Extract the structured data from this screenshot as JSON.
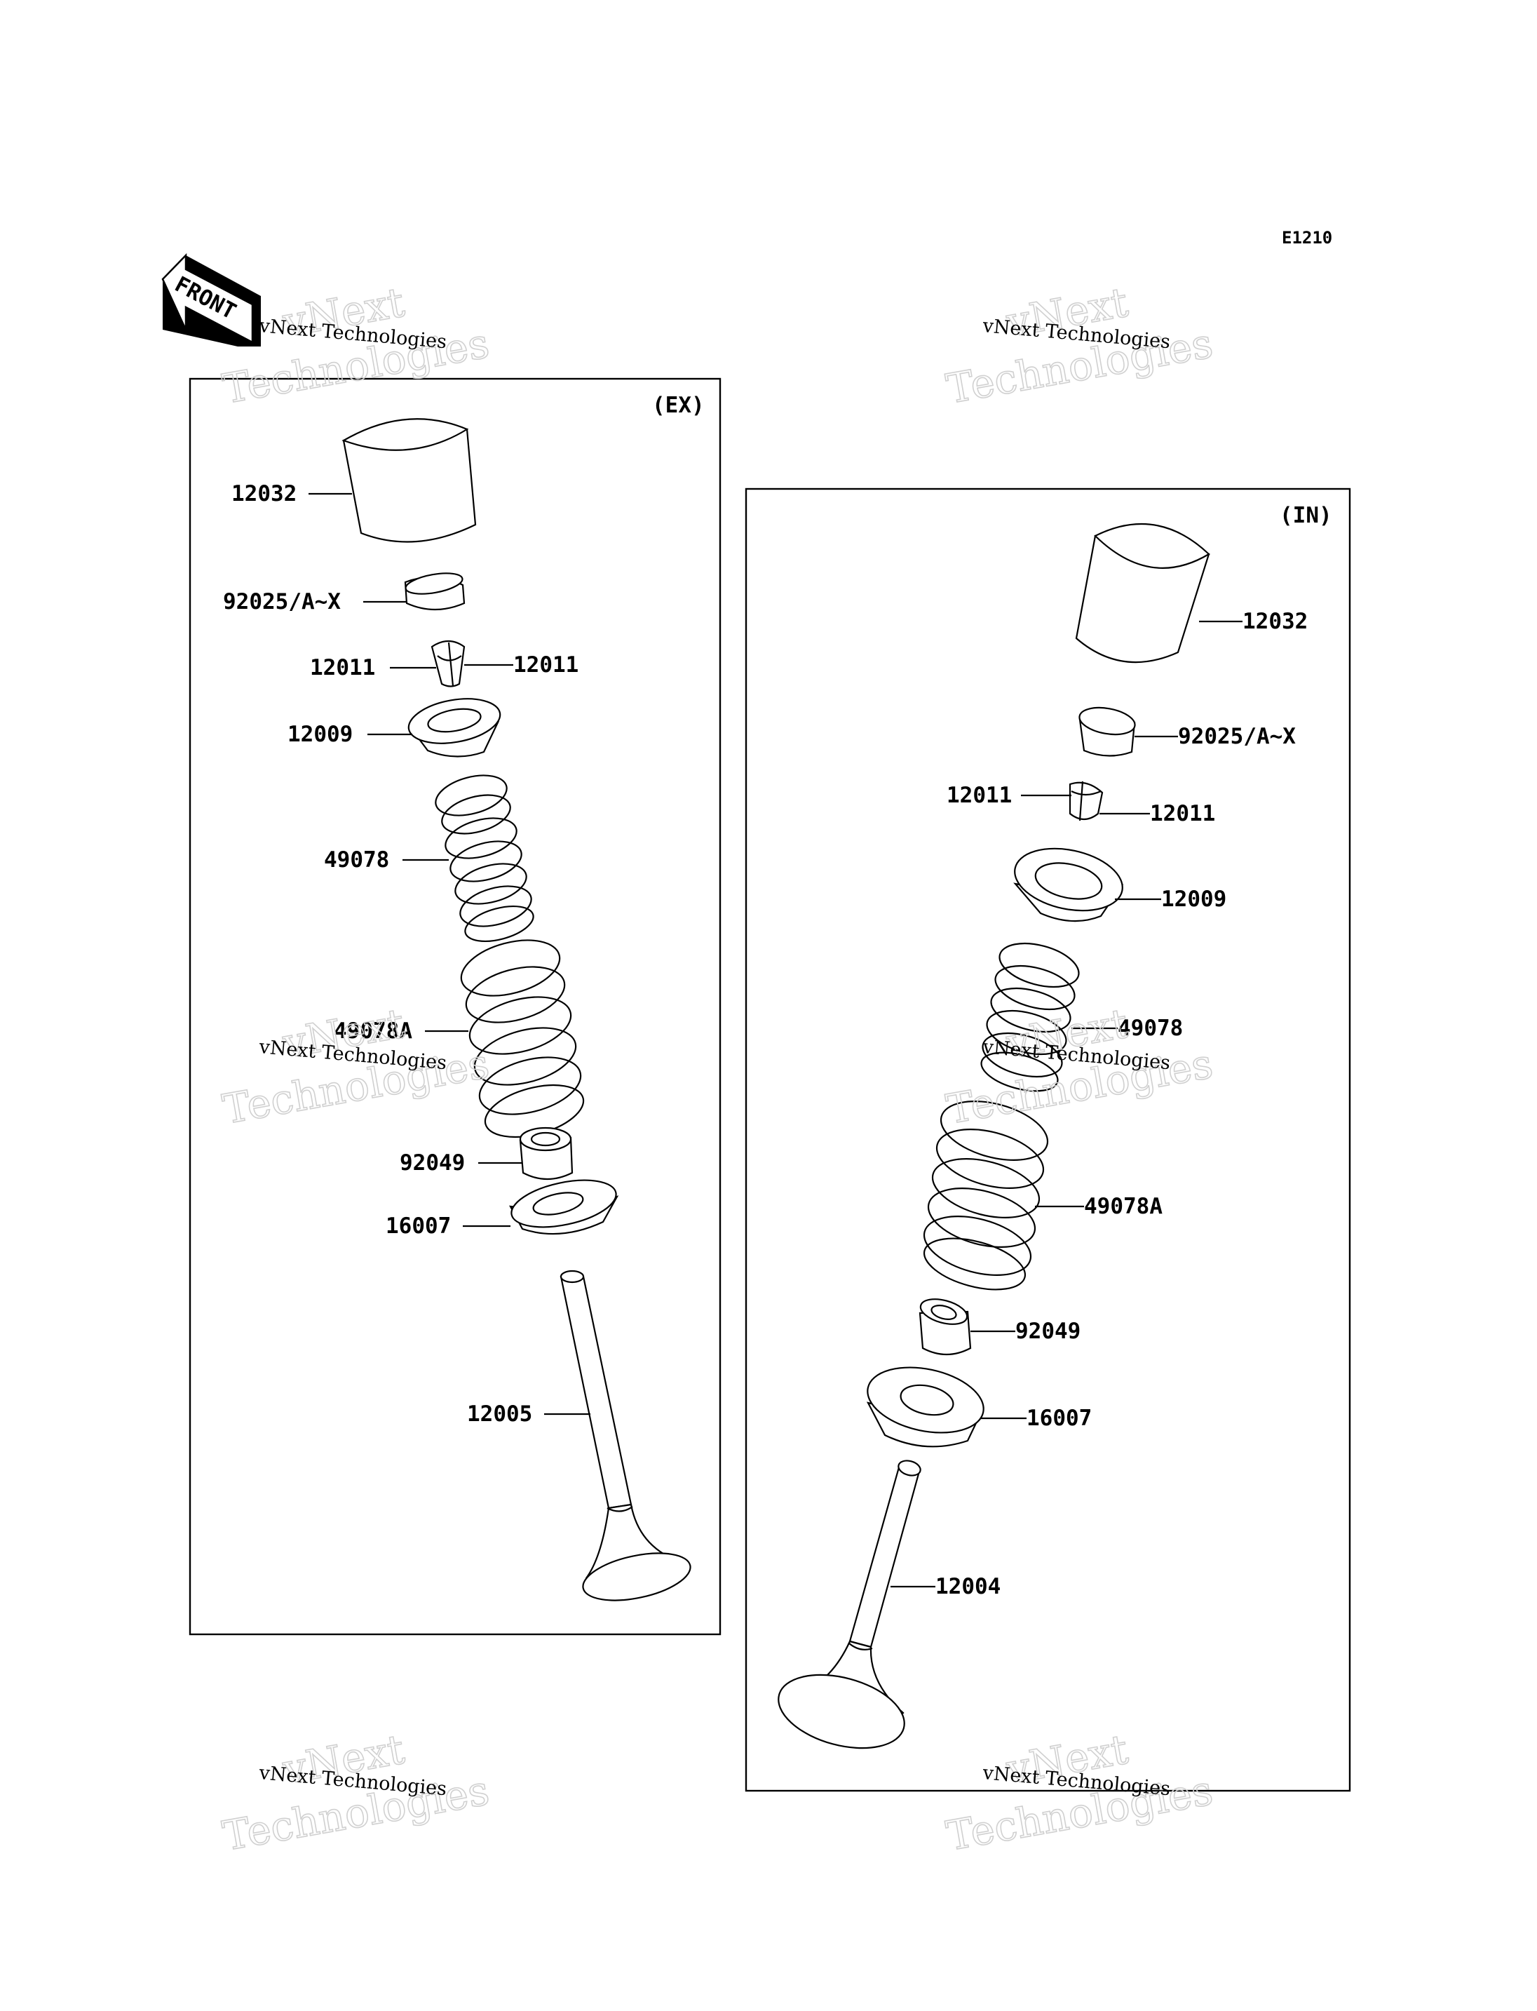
{
  "diagram_code": "E1210",
  "front_label": "FRONT",
  "watermark": {
    "line1": "vNext",
    "line2": "Technologies",
    "caption": "vNext Technologies"
  },
  "panels": {
    "ex": {
      "tag": "(EX)",
      "labels": {
        "tappet": "12032",
        "shim": "92025/A~X",
        "keeper_left": "12011",
        "keeper_right": "12011",
        "retainer": "12009",
        "spring_inner": "49078",
        "spring_outer": "49078A",
        "seal": "92049",
        "seat": "16007",
        "valve": "12005"
      }
    },
    "in": {
      "tag": "(IN)",
      "labels": {
        "tappet": "12032",
        "shim": "92025/A~X",
        "keeper_left": "12011",
        "keeper_right": "12011",
        "retainer": "12009",
        "spring_inner": "49078",
        "spring_outer": "49078A",
        "seal": "92049",
        "seat": "16007",
        "valve": "12004"
      }
    }
  }
}
